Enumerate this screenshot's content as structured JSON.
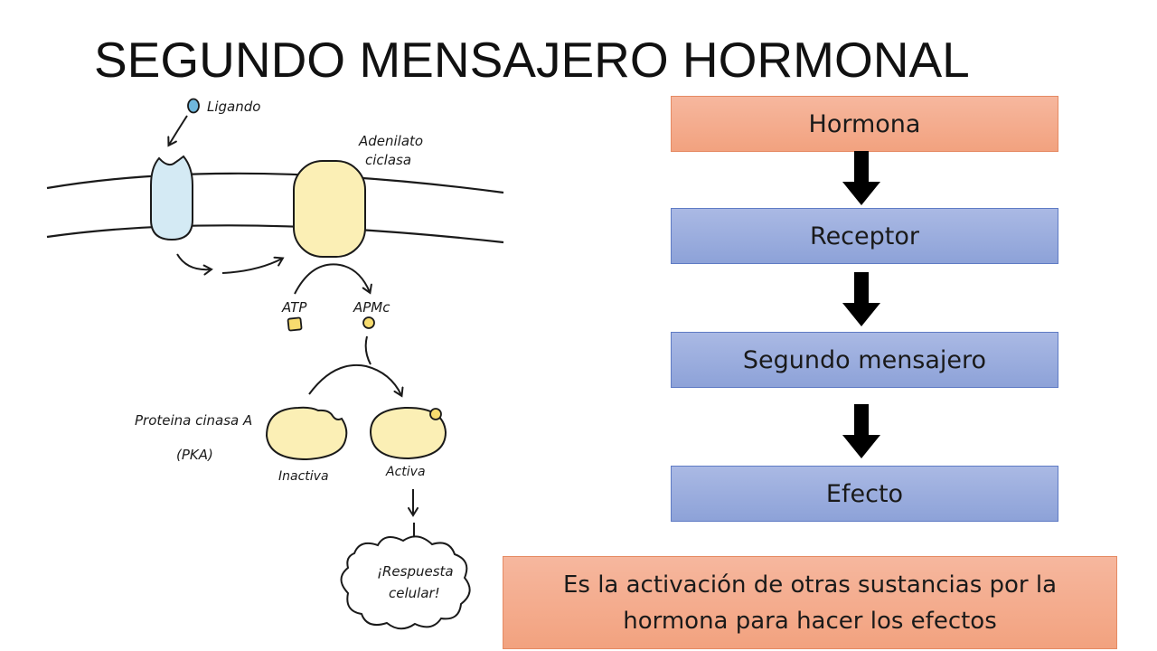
{
  "title": "SEGUNDO MENSAJERO HORMONAL",
  "diagram": {
    "labels": {
      "ligando": "Ligando",
      "adenilato_line1": "Adenilato",
      "adenilato_line2": "ciclasa",
      "atp": "ATP",
      "apmc": "APMc",
      "pka_line1": "Proteina cinasa A",
      "pka_line2": "(PKA)",
      "inactiva": "Inactiva",
      "activa": "Activa",
      "respuesta_line1": "¡Respuesta",
      "respuesta_line2": "celular!"
    },
    "colors": {
      "receptor_fill": "#d4eaf4",
      "ligand_fill": "#6fb7dc",
      "enzyme_fill": "#fbefb5",
      "small_yellow": "#f7dc6f",
      "ink": "#1a1a1a"
    }
  },
  "flow": {
    "steps": [
      "Hormona",
      "Receptor",
      "Segundo mensajero",
      "Efecto"
    ],
    "colors": {
      "salmon": "#f4ab8a",
      "blue": "#98acdd",
      "arrow": "#000000"
    }
  },
  "definition": "Es la activación de otras sustancias por la hormona para hacer los efectos"
}
